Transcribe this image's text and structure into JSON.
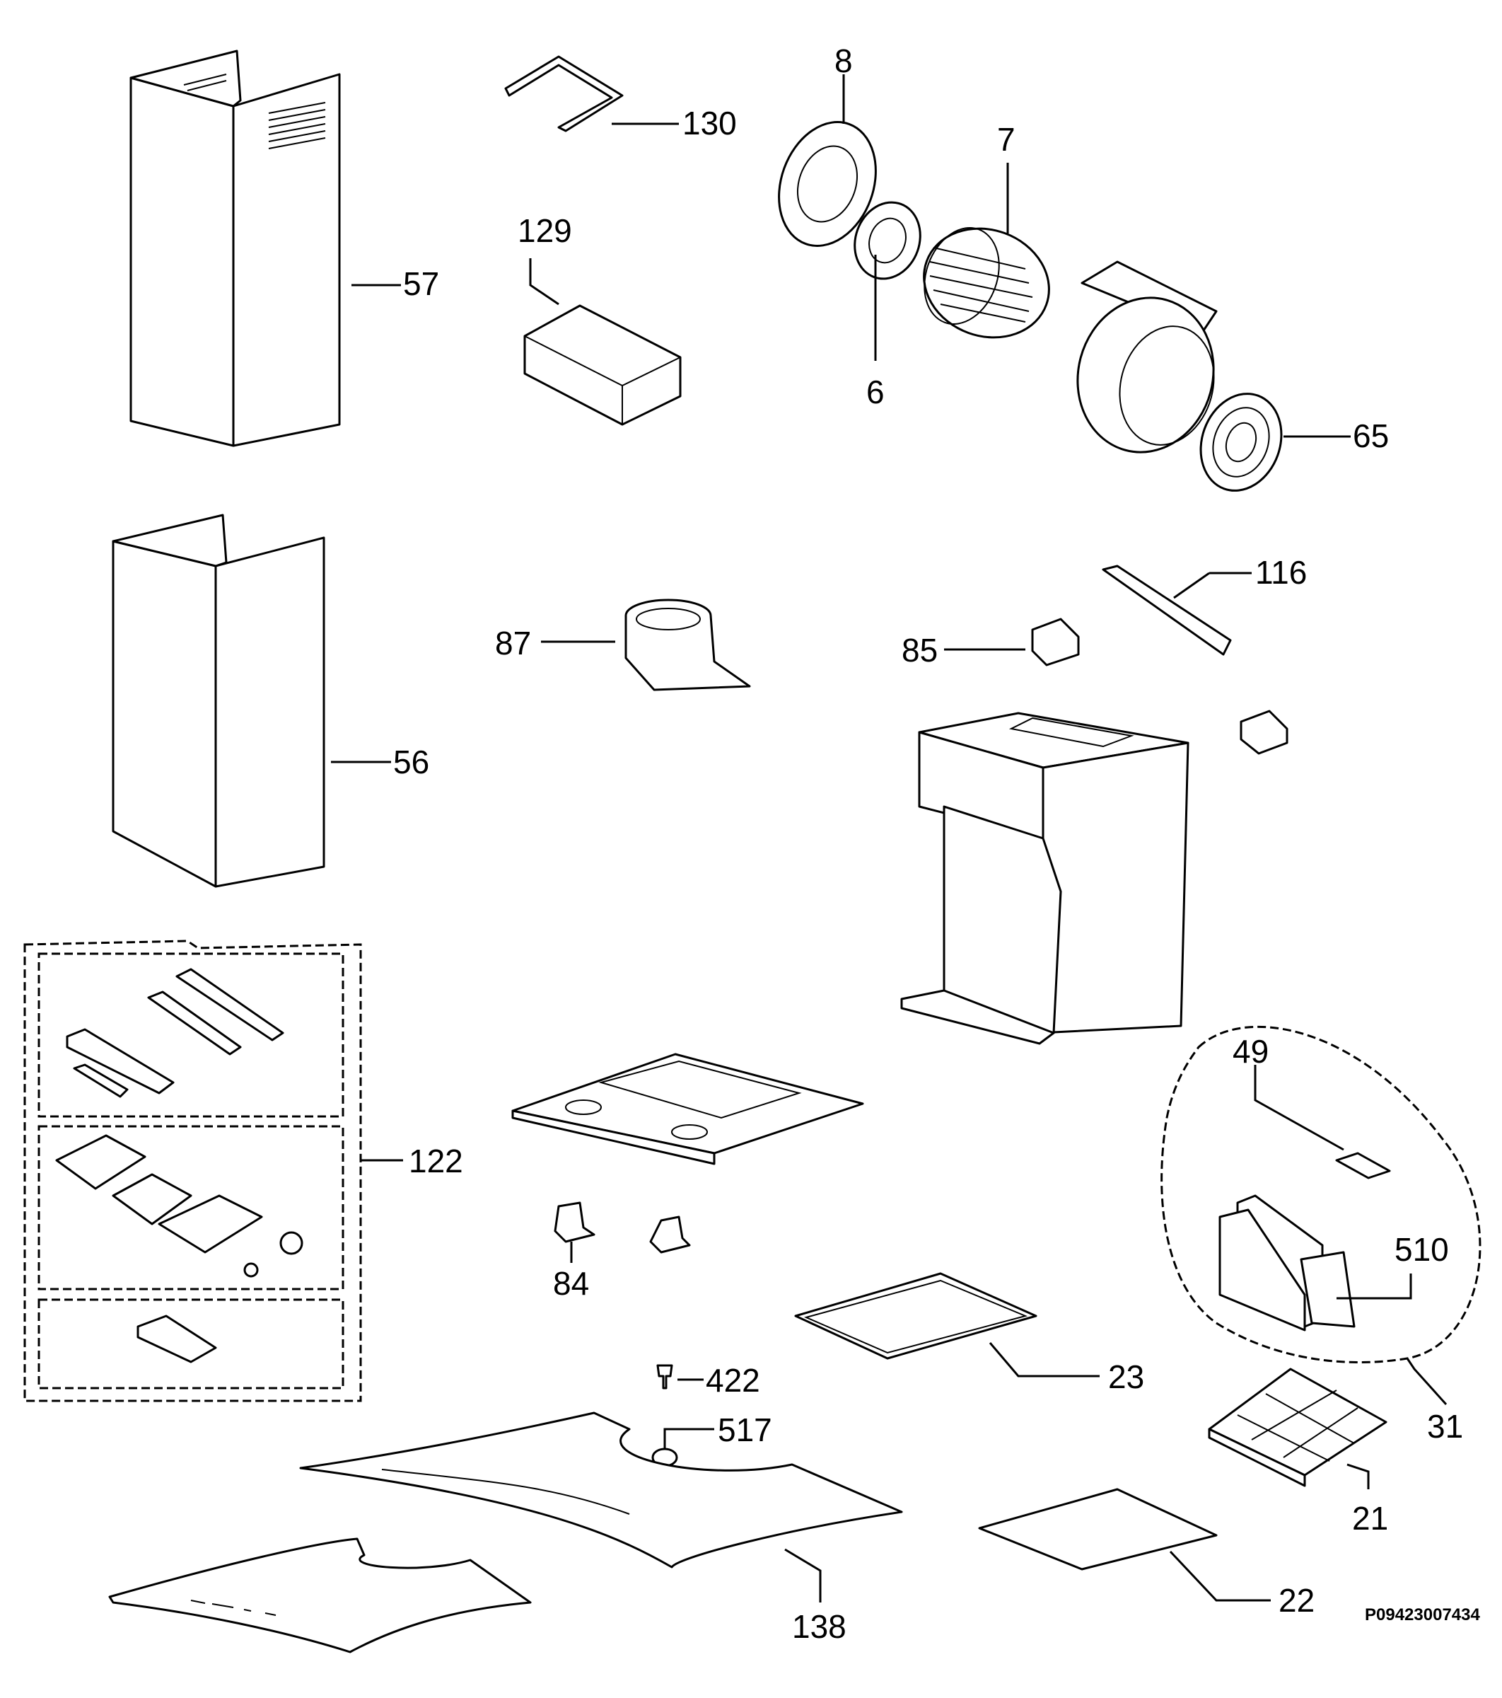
{
  "diagram": {
    "document_code": "P09423007434",
    "parts": [
      {
        "id": "57",
        "label": "57"
      },
      {
        "id": "56",
        "label": "56"
      },
      {
        "id": "130",
        "label": "130"
      },
      {
        "id": "129",
        "label": "129"
      },
      {
        "id": "8",
        "label": "8"
      },
      {
        "id": "6",
        "label": "6"
      },
      {
        "id": "7",
        "label": "7"
      },
      {
        "id": "65",
        "label": "65"
      },
      {
        "id": "87",
        "label": "87"
      },
      {
        "id": "116",
        "label": "116"
      },
      {
        "id": "85",
        "label": "85"
      },
      {
        "id": "122",
        "label": "122"
      },
      {
        "id": "84",
        "label": "84"
      },
      {
        "id": "49",
        "label": "49"
      },
      {
        "id": "510",
        "label": "510"
      },
      {
        "id": "31",
        "label": "31"
      },
      {
        "id": "23",
        "label": "23"
      },
      {
        "id": "422",
        "label": "422"
      },
      {
        "id": "517",
        "label": "517"
      },
      {
        "id": "21",
        "label": "21"
      },
      {
        "id": "22",
        "label": "22"
      },
      {
        "id": "138",
        "label": "138"
      }
    ]
  }
}
